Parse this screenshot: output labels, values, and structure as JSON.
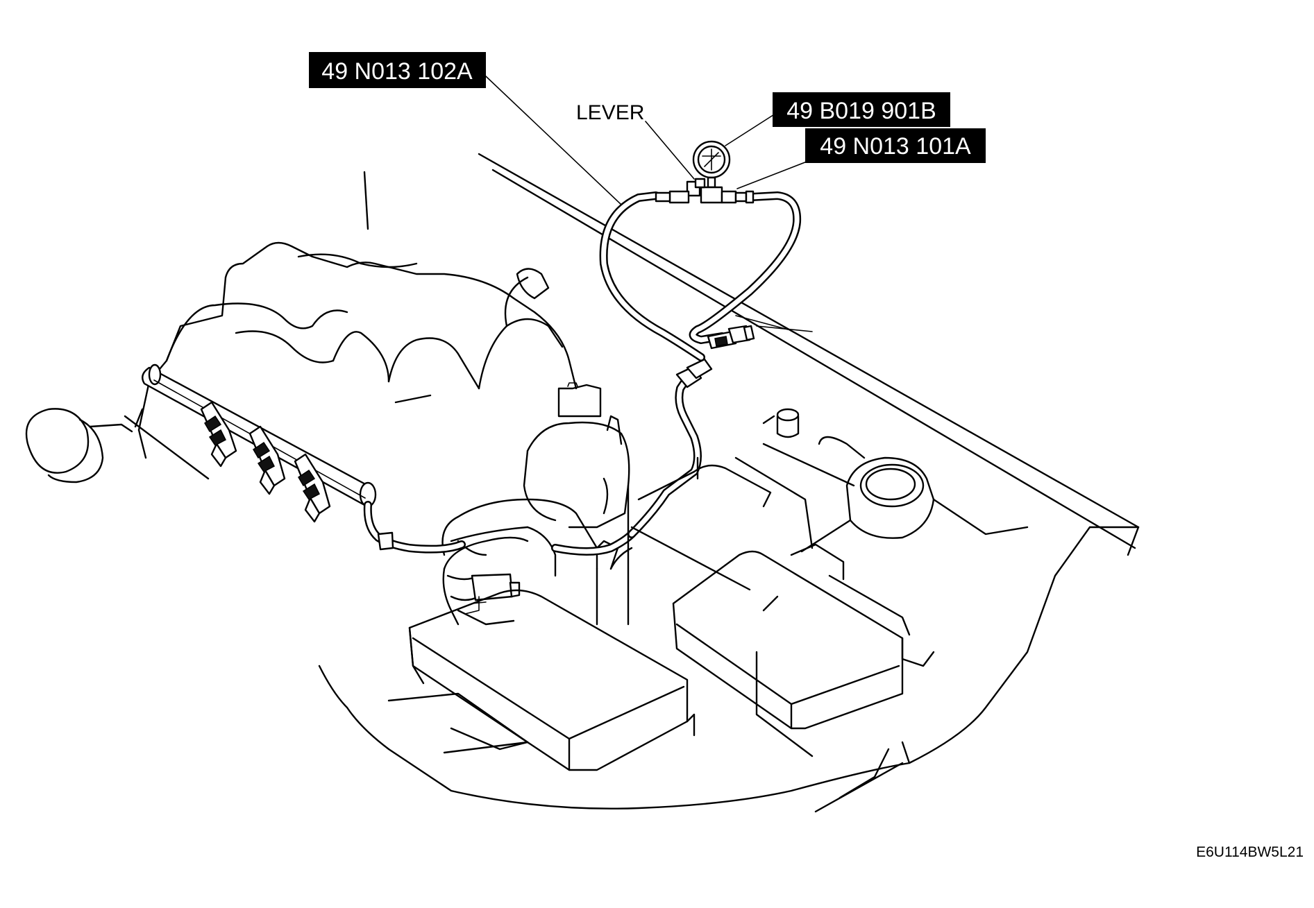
{
  "callouts": {
    "hose_assembly": "49 N013 102A",
    "pressure_gauge": "49 B019 901B",
    "gauge_adapter": "49 N013 101A"
  },
  "labels": {
    "lever": "LEVER"
  },
  "figure_code": "E6U114BW5L21"
}
